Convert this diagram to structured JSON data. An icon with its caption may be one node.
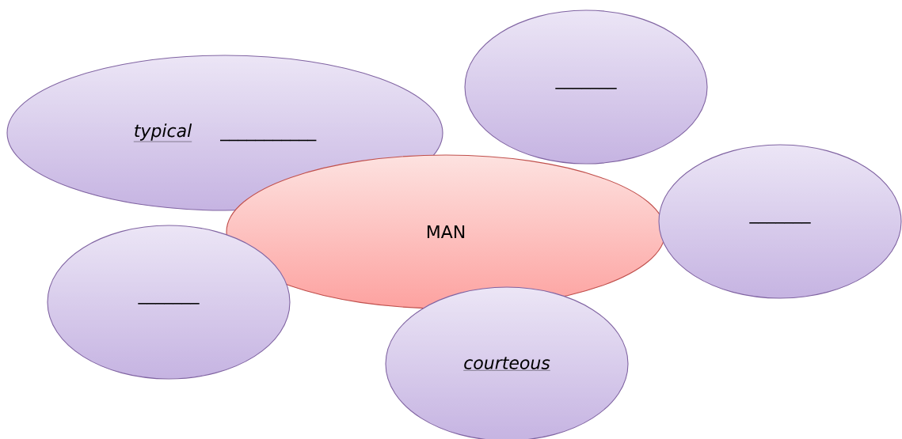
{
  "diagram": {
    "nodes": [
      {
        "text": [
          "typical",
          "___________"
        ]
      },
      {
        "text": [
          "_______"
        ]
      },
      {
        "text": [
          "MAN"
        ]
      },
      {
        "text": [
          "_______"
        ]
      },
      {
        "text": [
          "_______"
        ]
      },
      {
        "text": [
          "courteous"
        ]
      }
    ]
  }
}
